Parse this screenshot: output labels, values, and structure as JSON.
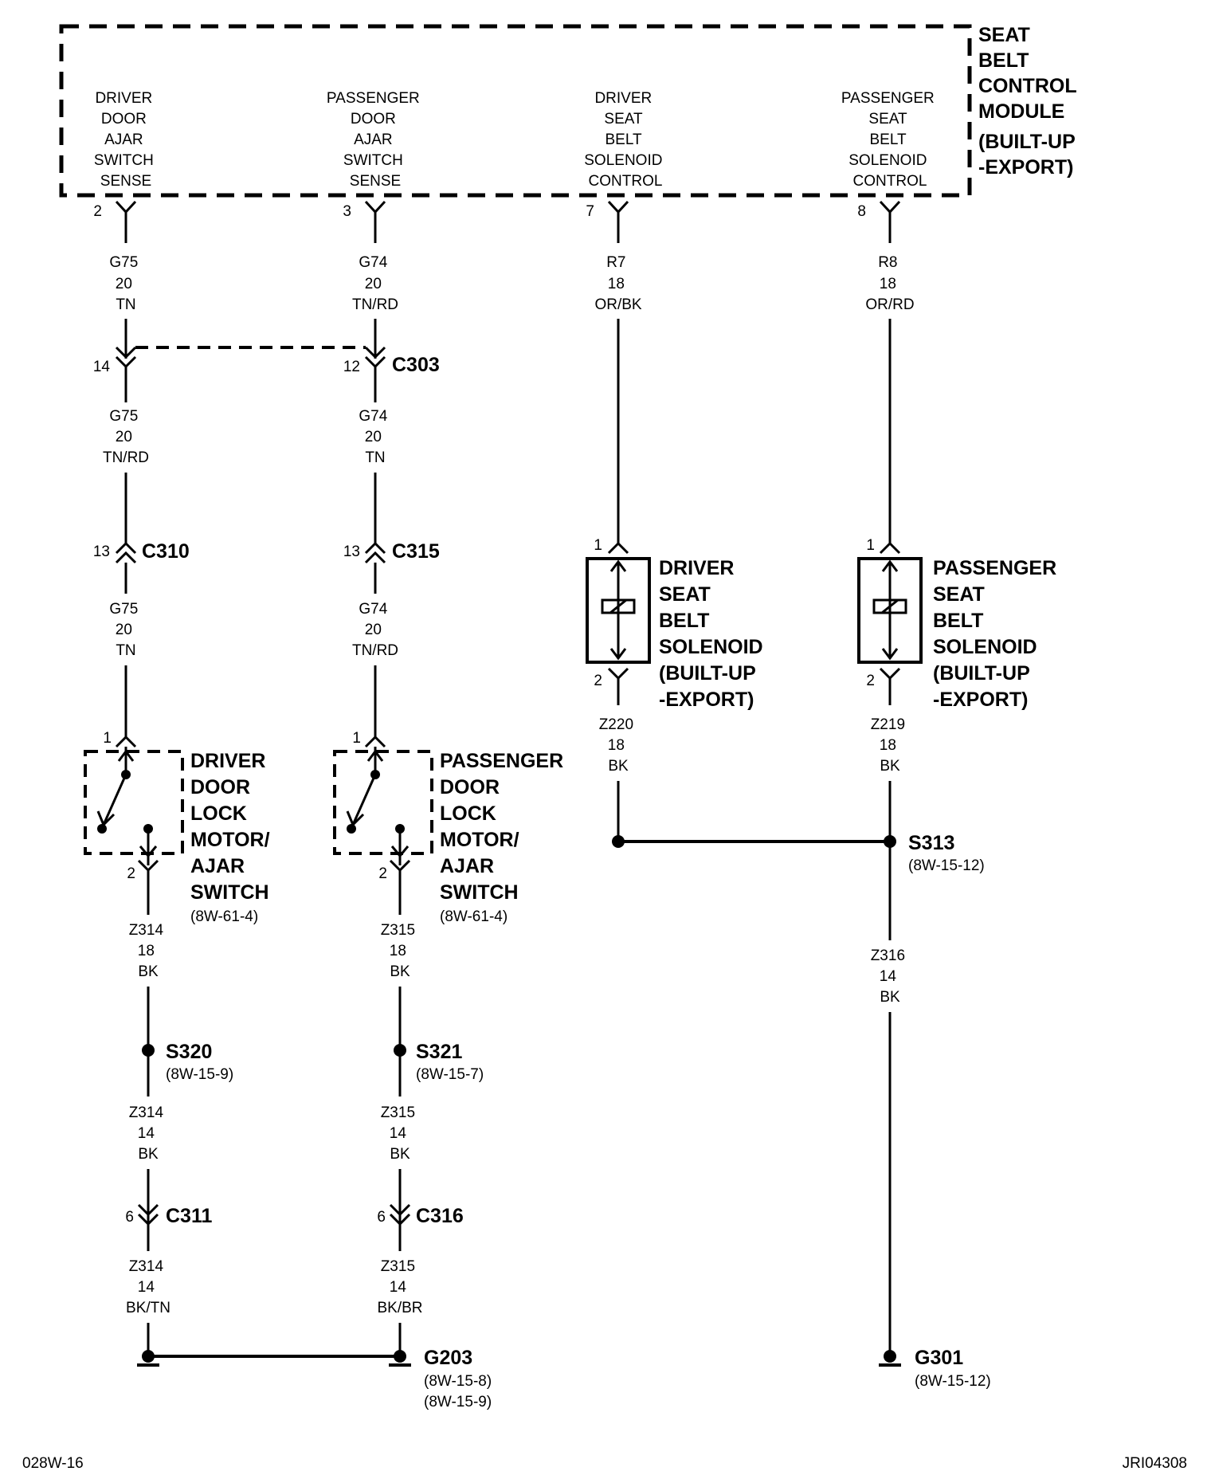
{
  "module": {
    "name": [
      "SEAT",
      "BELT",
      "CONTROL",
      "MODULE",
      "(BUILT-UP",
      "-EXPORT)"
    ],
    "pins": [
      {
        "label": [
          "DRIVER",
          "DOOR",
          "AJAR",
          "SWITCH",
          "SENSE"
        ],
        "pin": "2"
      },
      {
        "label": [
          "PASSENGER",
          "DOOR",
          "AJAR",
          "SWITCH",
          "SENSE"
        ],
        "pin": "3"
      },
      {
        "label": [
          "DRIVER",
          "SEAT",
          "BELT",
          "SOLENOID",
          "CONTROL"
        ],
        "pin": "7"
      },
      {
        "label": [
          "PASSENGER",
          "SEAT",
          "BELT",
          "SOLENOID",
          "CONTROL"
        ],
        "pin": "8"
      }
    ]
  },
  "wires": {
    "g75_a": [
      "G75",
      "20",
      "TN"
    ],
    "g74_a": [
      "G74",
      "20",
      "TN/RD"
    ],
    "r7": [
      "R7",
      "18",
      "OR/BK"
    ],
    "r8": [
      "R8",
      "18",
      "OR/RD"
    ],
    "g75_b": [
      "G75",
      "20",
      "TN/RD"
    ],
    "g74_b": [
      "G74",
      "20",
      "TN"
    ],
    "g75_c": [
      "G75",
      "20",
      "TN"
    ],
    "g74_c": [
      "G74",
      "20",
      "TN/RD"
    ],
    "z220": [
      "Z220",
      "18",
      "BK"
    ],
    "z219": [
      "Z219",
      "18",
      "BK"
    ],
    "z314_a": [
      "Z314",
      "18",
      "BK"
    ],
    "z315_a": [
      "Z315",
      "18",
      "BK"
    ],
    "z316": [
      "Z316",
      "14",
      "BK"
    ],
    "z314_b": [
      "Z314",
      "14",
      "BK"
    ],
    "z315_b": [
      "Z315",
      "14",
      "BK"
    ],
    "z314_c": [
      "Z314",
      "14",
      "BK/TN"
    ],
    "z315_c": [
      "Z315",
      "14",
      "BK/BR"
    ]
  },
  "connectors": {
    "c303": {
      "name": "C303",
      "pin_left": "14",
      "pin_right": "12"
    },
    "c310": {
      "name": "C310",
      "pin": "13"
    },
    "c315": {
      "name": "C315",
      "pin": "13"
    },
    "c311": {
      "name": "C311",
      "pin": "6"
    },
    "c316": {
      "name": "C316",
      "pin": "6"
    }
  },
  "components": {
    "driver_solenoid": {
      "label": [
        "DRIVER",
        "SEAT",
        "BELT",
        "SOLENOID",
        "(BUILT-UP",
        "-EXPORT)"
      ],
      "pin_top": "1",
      "pin_bottom": "2"
    },
    "passenger_solenoid": {
      "label": [
        "PASSENGER",
        "SEAT",
        "BELT",
        "SOLENOID",
        "(BUILT-UP",
        "-EXPORT)"
      ],
      "pin_top": "1",
      "pin_bottom": "2"
    },
    "driver_switch": {
      "label": [
        "DRIVER",
        "DOOR",
        "LOCK",
        "MOTOR/",
        "AJAR",
        "SWITCH"
      ],
      "ref": "(8W-61-4)",
      "pin_top": "1",
      "pin_bottom": "2"
    },
    "passenger_switch": {
      "label": [
        "PASSENGER",
        "DOOR",
        "LOCK",
        "MOTOR/",
        "AJAR",
        "SWITCH"
      ],
      "ref": "(8W-61-4)",
      "pin_top": "1",
      "pin_bottom": "2"
    }
  },
  "splices": {
    "s313": {
      "name": "S313",
      "ref": "(8W-15-12)"
    },
    "s320": {
      "name": "S320",
      "ref": "(8W-15-9)"
    },
    "s321": {
      "name": "S321",
      "ref": "(8W-15-7)"
    }
  },
  "grounds": {
    "g203": {
      "name": "G203",
      "refs": [
        "(8W-15-8)",
        "(8W-15-9)"
      ]
    },
    "g301": {
      "name": "G301",
      "refs": [
        "(8W-15-12)"
      ]
    }
  },
  "footer": {
    "left": "028W-16",
    "right": "JRI04308"
  }
}
